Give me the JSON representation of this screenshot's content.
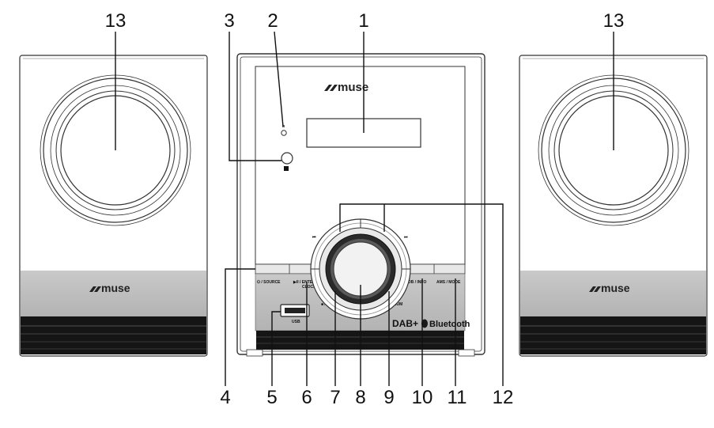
{
  "brand": {
    "logo_text": "muse"
  },
  "labels": {
    "source": "⏻ / SOURCE",
    "enter_clock": "▶II / ENTER",
    "clock": "CLOCK",
    "menu": "■ / MENU",
    "preset_album": "PRE+ / ALBUM",
    "db_info": "DB / INFO",
    "am_mode": "AMS / MODE",
    "usb": "USB",
    "dab": "DAB+",
    "bluetooth": "Bluetooth",
    "prev_symbol": "⏮",
    "next_symbol": "⏭",
    "bt_indicator": "ʙ",
    "stop_symbol": "■"
  },
  "callouts": {
    "c1": "1",
    "c2": "2",
    "c3": "3",
    "c4": "4",
    "c5": "5",
    "c6": "6",
    "c7": "7",
    "c8": "8",
    "c9": "9",
    "c10": "10",
    "c11": "11",
    "c12": "12",
    "c13_left": "13",
    "c13_right": "13"
  }
}
